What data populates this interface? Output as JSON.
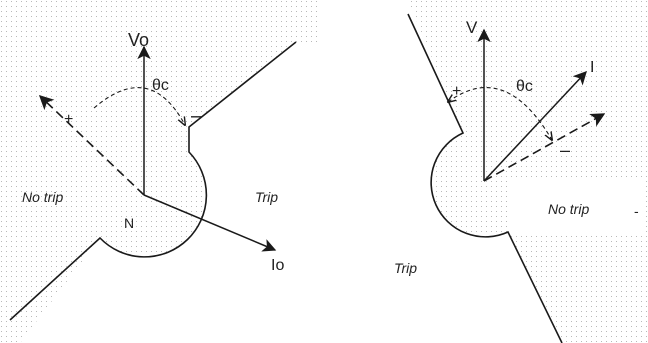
{
  "left_panel": {
    "voltage_label": "Vo",
    "current_label": "Io",
    "angle_label": "θc",
    "plus_sign": "+",
    "minus_sign": "–",
    "node_label": "N",
    "no_trip_label": "No trip",
    "trip_label": "Trip"
  },
  "right_panel": {
    "voltage_label": "V",
    "current_label": "I",
    "angle_label": "θc",
    "plus_sign": "+",
    "minus_sign": "–",
    "no_trip_label": "No trip",
    "trip_label": "Trip",
    "tick_label": "-"
  },
  "colors": {
    "background": "#ffffff",
    "stipple": "#b9b9b9",
    "line": "#1a1a1a",
    "trip_region": "#ffffff",
    "minus_accent": "#9a2b3a"
  }
}
